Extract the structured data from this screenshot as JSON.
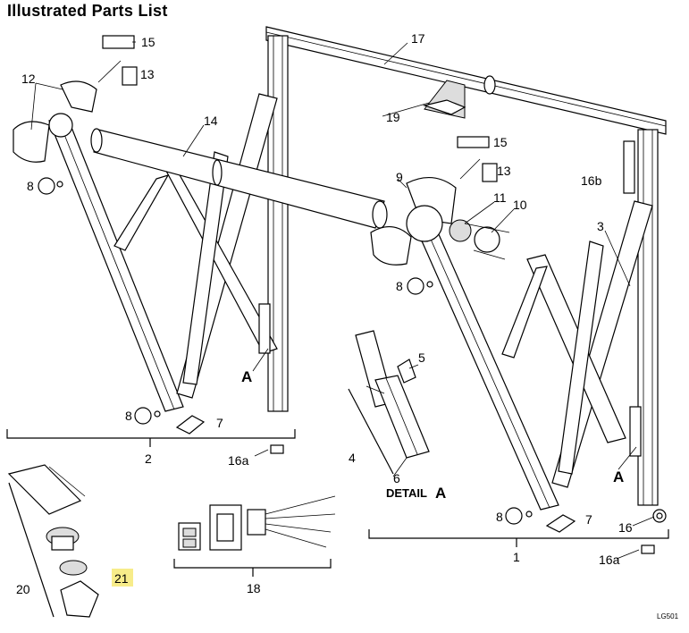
{
  "title": "Illustrated Parts List",
  "drawing_code": "LG501",
  "labels": {
    "p1": "1",
    "p2": "2",
    "p3": "3",
    "p4": "4",
    "p5": "5",
    "p6": "6",
    "p7a": "7",
    "p7b": "7",
    "p8a": "8",
    "p8b": "8",
    "p8c": "8",
    "p8d": "8",
    "p9": "9",
    "p10": "10",
    "p11": "11",
    "p12": "12",
    "p13a": "13",
    "p13b": "13",
    "p14": "14",
    "p15a": "15",
    "p15b": "15",
    "p16": "16",
    "p16a1": "16a",
    "p16a2": "16a",
    "p16b": "16b",
    "p17": "17",
    "p18": "18",
    "p19": "19",
    "p20": "20",
    "p21": "21",
    "A1": "A",
    "A2": "A",
    "detail_text": "DETAIL",
    "detail_A": "A"
  },
  "highlight_color": "#f7ec8a"
}
